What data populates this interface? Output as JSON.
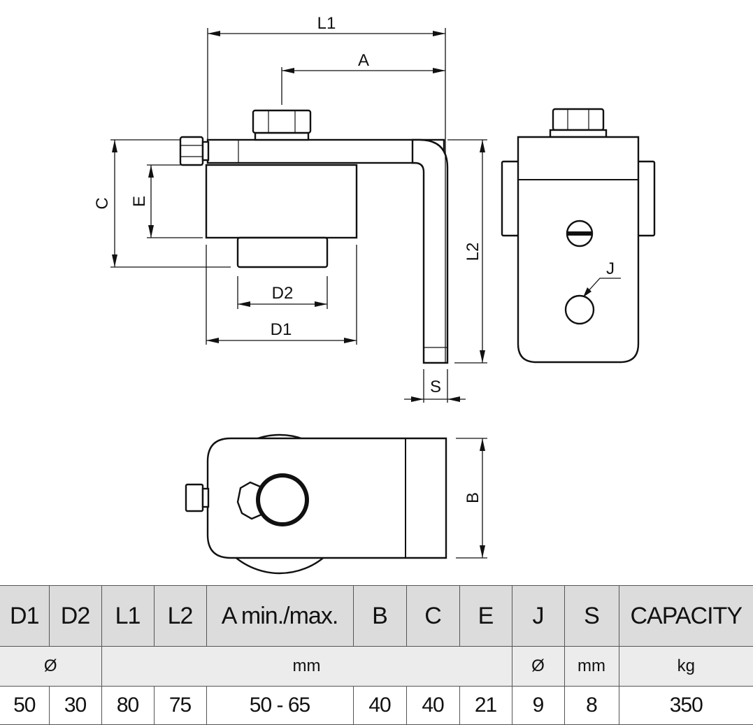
{
  "drawing": {
    "labels": {
      "L1": "L1",
      "A": "A",
      "C": "C",
      "E": "E",
      "D2": "D2",
      "D1": "D1",
      "L2": "L2",
      "S": "S",
      "J": "J",
      "B": "B"
    }
  },
  "table": {
    "headers": [
      "D1",
      "D2",
      "L1",
      "L2",
      "A min./max.",
      "B",
      "C",
      "E",
      "J",
      "S",
      "CAPACITY"
    ],
    "units": {
      "d_diameter": "Ø",
      "mm_group": "mm",
      "j_diameter": "Ø",
      "s_unit": "mm",
      "capacity_unit": "kg"
    },
    "values": [
      "50",
      "30",
      "80",
      "75",
      "50 - 65",
      "40",
      "40",
      "21",
      "9",
      "8",
      "350"
    ]
  }
}
